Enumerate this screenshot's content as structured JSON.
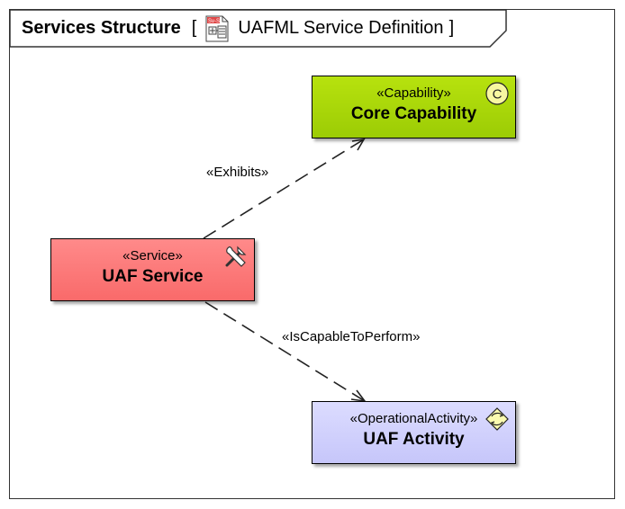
{
  "diagram": {
    "kind_label": "Services Structure",
    "type_icon": "sysml-diagram-icon",
    "type_name": "UAFML Service Definition"
  },
  "nodes": {
    "capability": {
      "stereotype": "«Capability»",
      "name": "Core Capability",
      "icon": "capability-c-icon",
      "fill": "#a8d70a"
    },
    "service": {
      "stereotype": "«Service»",
      "name": "UAF Service",
      "icon": "tools-icon",
      "fill": "#fb7a7a"
    },
    "activity": {
      "stereotype": "«OperationalActivity»",
      "name": "UAF Activity",
      "icon": "activity-diamond-icon",
      "fill": "#d0d0fd"
    }
  },
  "edges": {
    "exhibits": {
      "label": "«Exhibits»",
      "from": "UAF Service",
      "to": "Core Capability"
    },
    "is_capable_to_perform": {
      "label": "«IsCapableToPerform»",
      "from": "UAF Service",
      "to": "UAF Activity"
    }
  }
}
